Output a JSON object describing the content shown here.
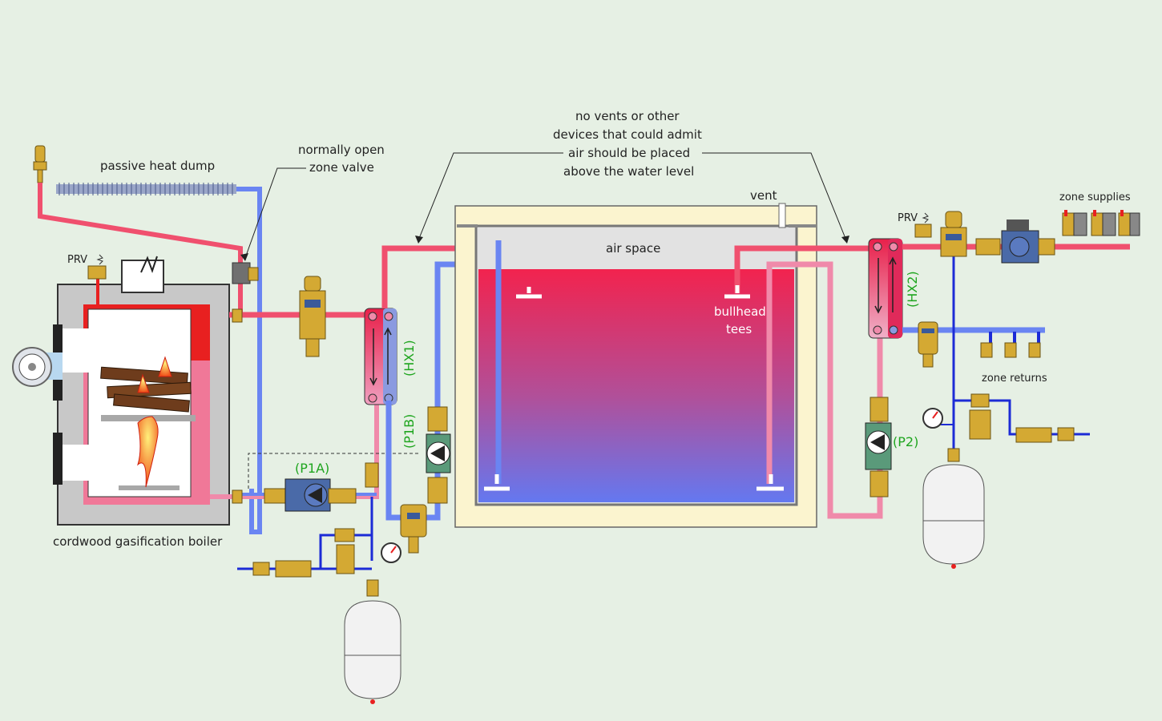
{
  "labels": {
    "passive_heat_dump": "passive heat dump",
    "zone_valve_line1": "normally open",
    "zone_valve_line2": "zone valve",
    "note_line1": "no vents or other",
    "note_line2": "devices that could admit",
    "note_line3": "air should be placed",
    "note_line4": "above the water level",
    "vent": "vent",
    "air_space": "air space",
    "bullhead_line1": "bullhead",
    "bullhead_line2": "tees",
    "prv_left": "PRV",
    "prv_right": "PRV",
    "zone_supplies": "zone supplies",
    "zone_returns": "zone returns",
    "boiler": "cordwood gasification boiler",
    "hx1": "(HX1)",
    "hx2": "(HX2)",
    "p1a": "(P1A)",
    "p1b": "(P1B)",
    "p2": "(P2)"
  },
  "colors": {
    "background": "#e6f0e4",
    "hot_pipe": "#f0506e",
    "cold_pipe": "#6a85f2",
    "warm_return": "#f08aaa",
    "dark_hot": "#e02a2a",
    "dark_cold": "#1c2bd6",
    "brass": "#d4a933",
    "tank_insulation": "#fbf4cf",
    "boiler_jacket": "#c8c8c8",
    "label_green": "#1fa51f"
  }
}
